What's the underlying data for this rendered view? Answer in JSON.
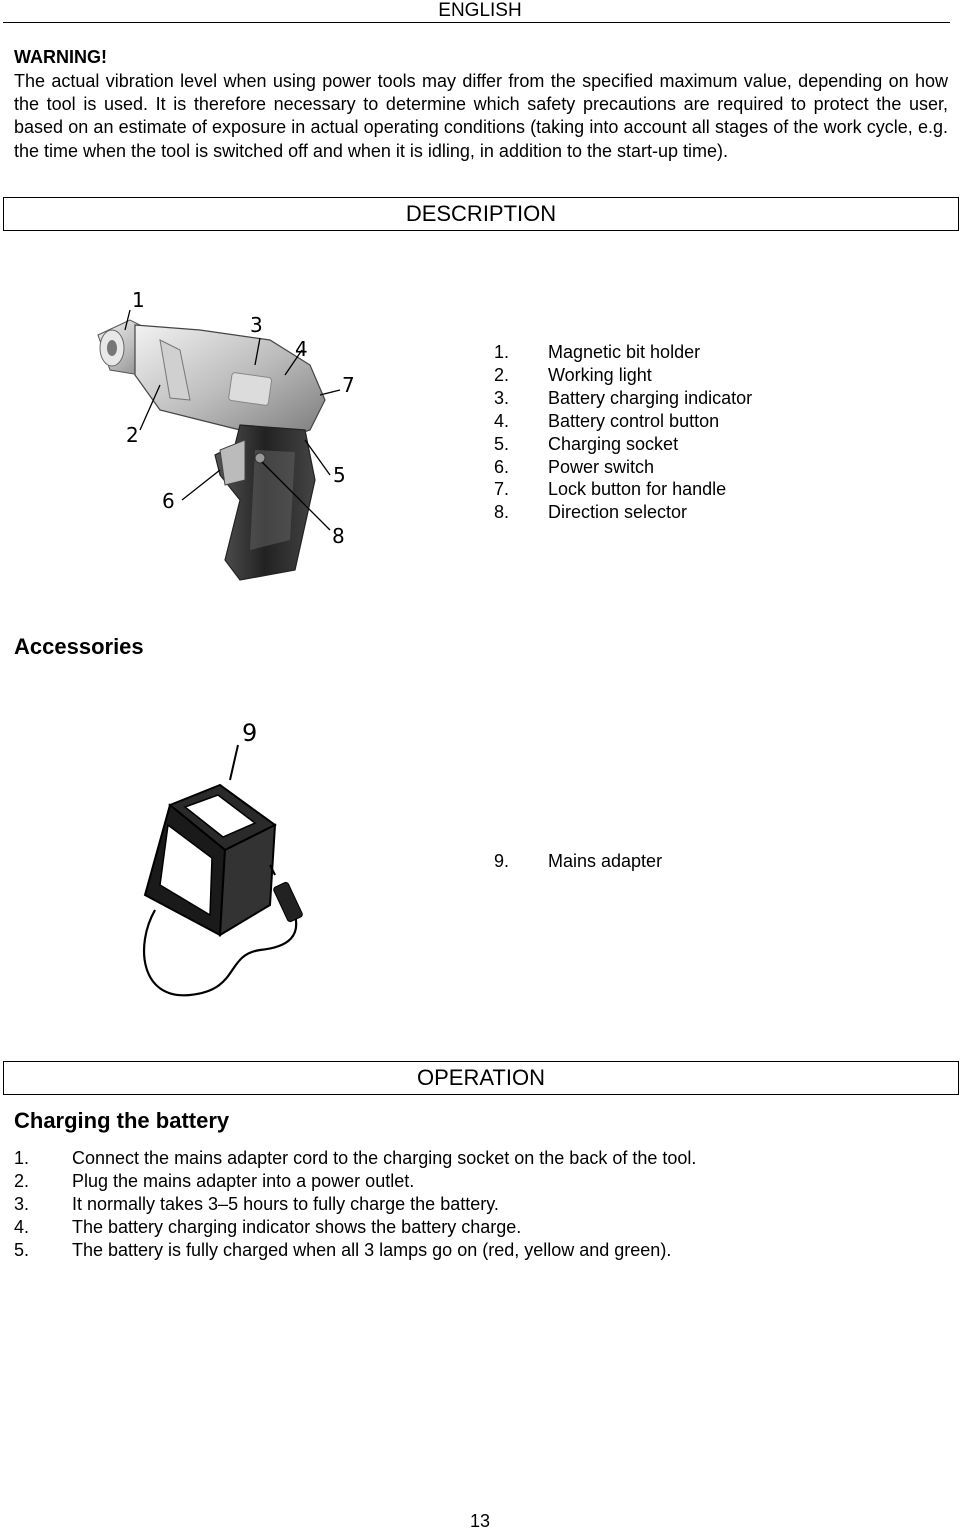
{
  "header": {
    "language": "ENGLISH"
  },
  "warning": {
    "title": "WARNING!",
    "body": "The actual vibration level when using power tools may differ from the specified maximum value, depending on how the tool is used. It is therefore necessary to determine which safety precautions are required to protect the user, based on an estimate of exposure in actual operating conditions (taking into account all stages of the work cycle, e.g. the time when the tool is switched off and when it is idling, in addition to the start-up time)."
  },
  "description": {
    "title": "DESCRIPTION",
    "callouts": [
      "1",
      "2",
      "3",
      "4",
      "5",
      "6",
      "7",
      "8"
    ],
    "items": [
      {
        "num": "1.",
        "label": "Magnetic bit holder"
      },
      {
        "num": "2.",
        "label": "Working light"
      },
      {
        "num": "3.",
        "label": "Battery charging indicator"
      },
      {
        "num": "4.",
        "label": "Battery control button"
      },
      {
        "num": "5.",
        "label": "Charging socket"
      },
      {
        "num": "6.",
        "label": "Power switch"
      },
      {
        "num": "7.",
        "label": "Lock button for handle"
      },
      {
        "num": "8.",
        "label": "Direction selector"
      }
    ]
  },
  "accessories": {
    "title": "Accessories",
    "callout": "9",
    "items": [
      {
        "num": "9.",
        "label": "Mains adapter"
      }
    ]
  },
  "operation": {
    "title": "OPERATION",
    "subtitle": "Charging the battery",
    "steps": [
      {
        "num": "1.",
        "text": "Connect the mains adapter cord to the charging socket on the back of the tool."
      },
      {
        "num": "2.",
        "text": "Plug the mains adapter into a power outlet."
      },
      {
        "num": "3.",
        "text": "It normally takes 3–5 hours to fully charge the battery."
      },
      {
        "num": "4.",
        "text": "The battery charging indicator shows the battery charge."
      },
      {
        "num": "5.",
        "text": "The battery is fully charged when all 3 lamps go on (red, yellow and green)."
      }
    ]
  },
  "footer": {
    "page_number": "13"
  }
}
